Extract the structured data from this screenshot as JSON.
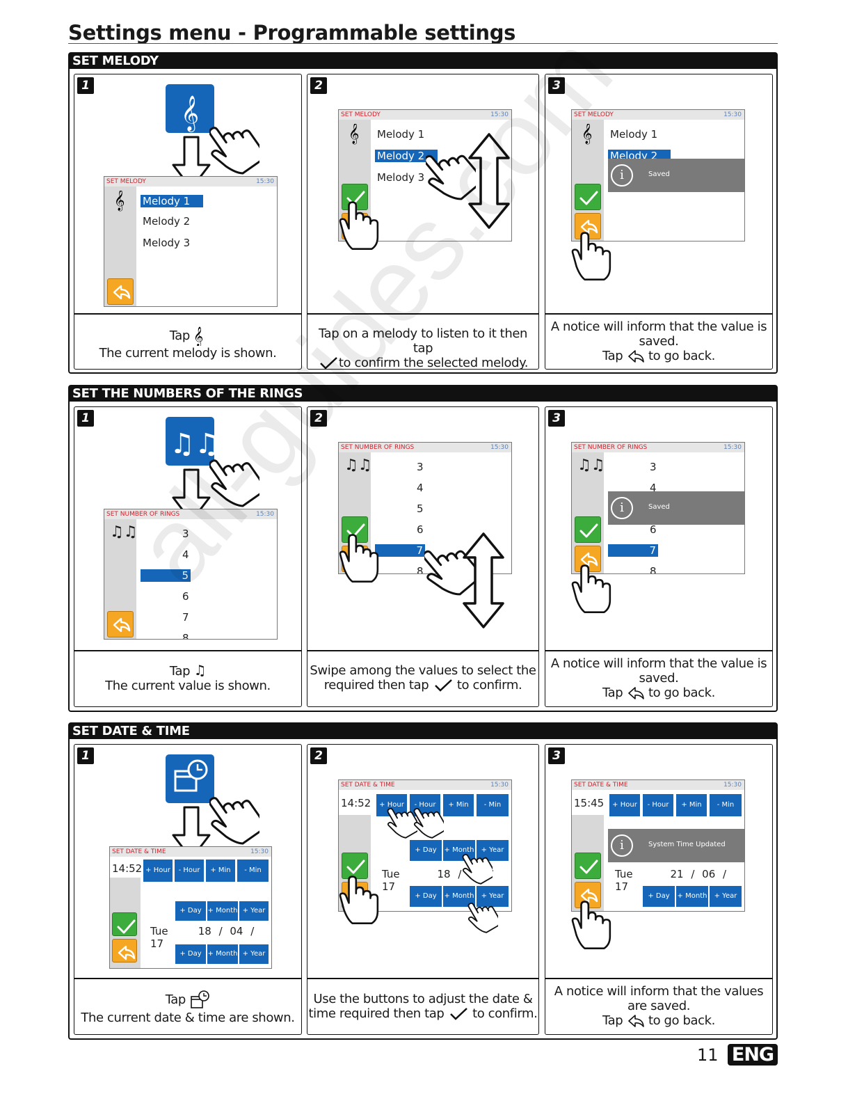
{
  "page": {
    "title": "Settings menu - Programmable settings",
    "page_number": "11",
    "language": "ENG",
    "watermark": "all-guides.com"
  },
  "common": {
    "time": "15:30",
    "saved": "Saved",
    "system_time_updated": "System Time Updated"
  },
  "melody": {
    "header": "SET MELODY",
    "screen_title": "SET MELODY",
    "items": [
      "Melody 1",
      "Melody 2",
      "Melody 3"
    ],
    "steps": [
      {
        "num": "1",
        "caption": [
          "Tap",
          "The current melody is shown."
        ]
      },
      {
        "num": "2",
        "caption": [
          "Tap on a melody to listen to it then tap",
          "to confirm the selected melody."
        ]
      },
      {
        "num": "3",
        "caption": [
          "A notice will inform that the value is",
          "saved.",
          "Tap",
          "to go back."
        ]
      }
    ]
  },
  "rings": {
    "header": "SET THE NUMBERS OF THE RINGS",
    "screen_title": "SET NUMBER OF RINGS",
    "values": [
      "3",
      "4",
      "5",
      "6",
      "7",
      "8"
    ],
    "steps": [
      {
        "num": "1",
        "caption": [
          "Tap",
          "The current value is shown."
        ]
      },
      {
        "num": "2",
        "caption": [
          "Swipe among the values to select the",
          "required then tap",
          "to confirm."
        ]
      },
      {
        "num": "3",
        "caption": [
          "A notice will inform that the value is",
          "saved.",
          "Tap",
          "to go back."
        ]
      }
    ]
  },
  "datetime": {
    "header": "SET DATE & TIME",
    "screen_title": "SET DATE & TIME",
    "buttons_time": [
      "+ Hour",
      "- Hour",
      "+ Min",
      "- Min"
    ],
    "buttons_date": [
      "+ Day",
      "+ Month",
      "+ Year"
    ],
    "steps": [
      {
        "num": "1",
        "time": "14:52",
        "day": "Tue",
        "d": "18",
        "m": "04",
        "y": "17",
        "caption": [
          "Tap",
          "The current date & time are shown."
        ]
      },
      {
        "num": "2",
        "time": "14:52",
        "day": "Tue",
        "d": "18",
        "m": "04",
        "y": "17",
        "caption": [
          "Use the buttons to adjust the date &",
          "time required then tap",
          "to confirm."
        ]
      },
      {
        "num": "3",
        "time": "15:45",
        "day": "Tue",
        "d": "21",
        "m": "06",
        "y": "17",
        "caption": [
          "A notice will inform that the values",
          "are saved.",
          "Tap",
          "to go back."
        ]
      }
    ]
  }
}
